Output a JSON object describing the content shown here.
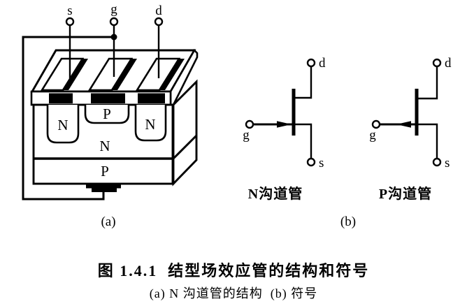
{
  "figure": {
    "panel_a": {
      "label": "(a)",
      "terminals": {
        "source": "s",
        "gate": "g",
        "drain": "d"
      },
      "regions": {
        "source_n_well": "N",
        "gate_p_well": "P",
        "drain_n_well": "N",
        "channel_n": "N",
        "substrate_p": "P"
      }
    },
    "panel_b": {
      "label": "(b)",
      "n_channel": {
        "label": "N沟道管",
        "terminals": {
          "drain": "d",
          "gate": "g",
          "source": "s"
        }
      },
      "p_channel": {
        "label": "P沟道管",
        "terminals": {
          "drain": "d",
          "gate": "g",
          "source": "s"
        }
      }
    },
    "caption": {
      "title": "图 1.4.1  结型场效应管的结构和符号",
      "subtitle": "(a) N 沟道管的结构  (b) 符号"
    },
    "colors": {
      "ink": "#000000",
      "paper": "#ffffff"
    }
  }
}
